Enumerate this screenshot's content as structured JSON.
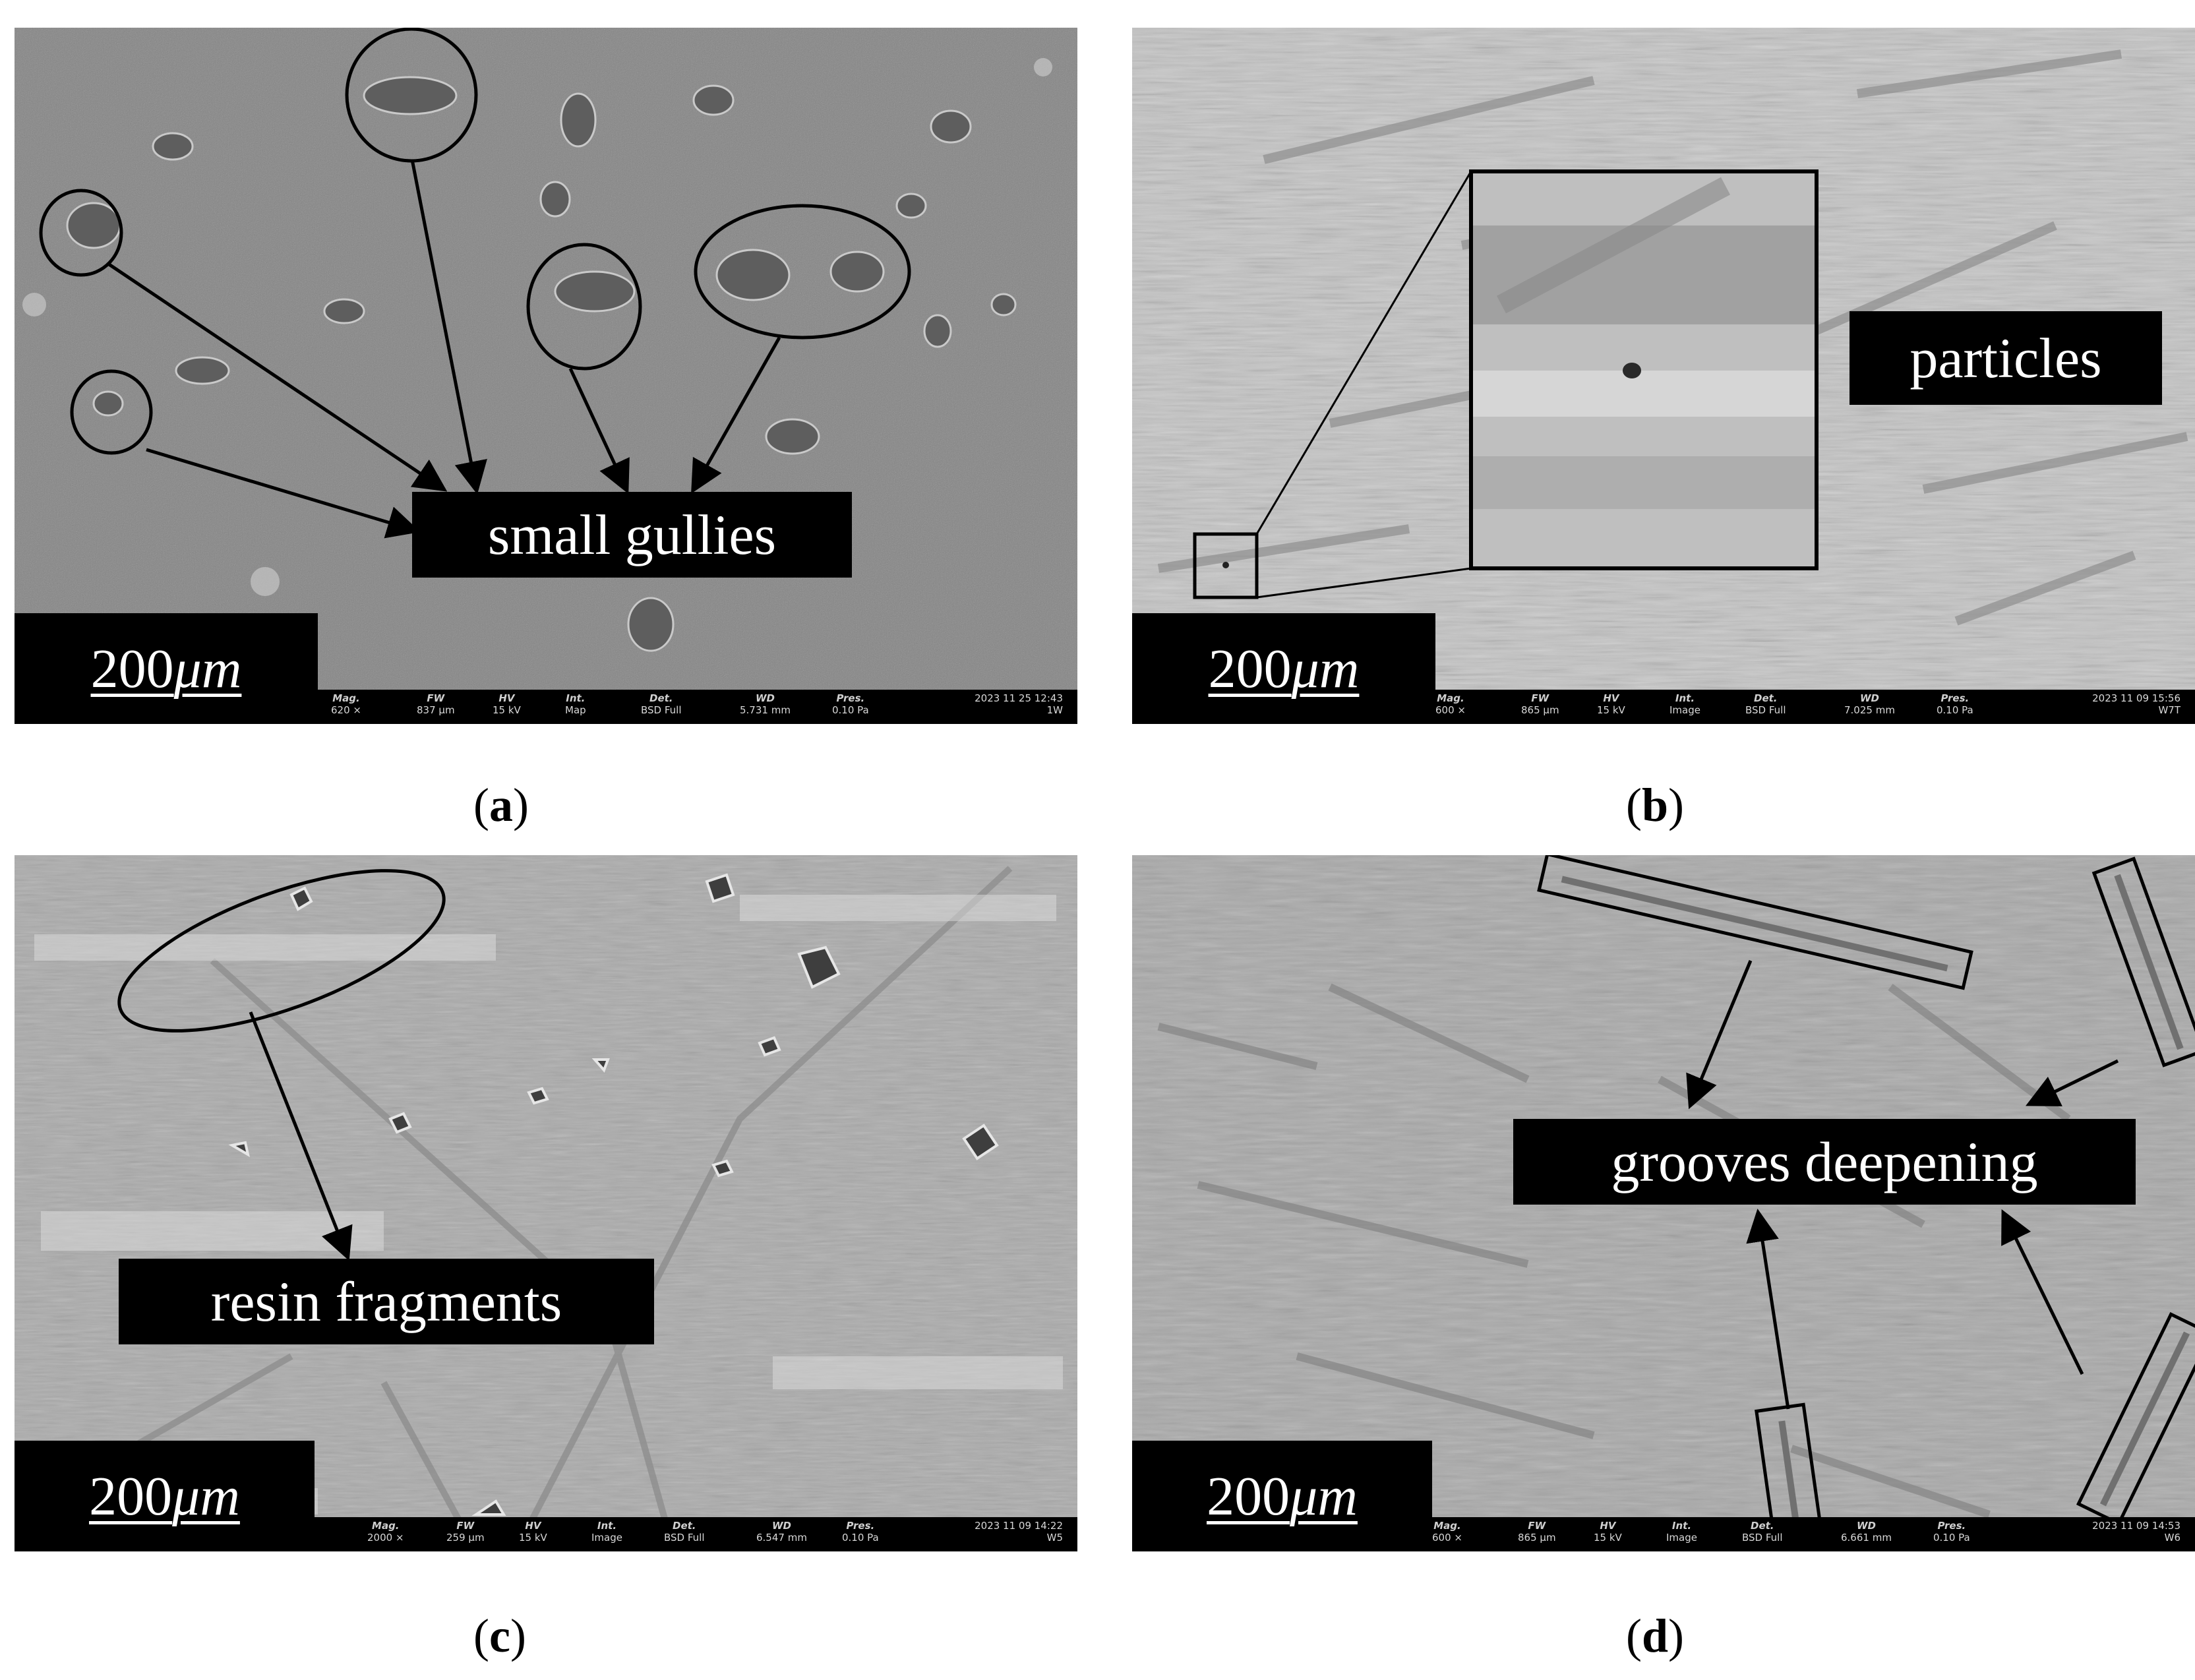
{
  "panels": {
    "a": {
      "scale": "200",
      "scale_unit": "μm",
      "label": "small gullies",
      "caption_letter": "a",
      "meta": {
        "mag": "620 ×",
        "fw": "837 μm",
        "hv": "15 kV",
        "int": "Map",
        "det": "BSD Full",
        "wd": "5.731 mm",
        "pres": "0.10 Pa",
        "timestamp": "2023 11 25 12:43",
        "sample": "1W"
      }
    },
    "b": {
      "scale": "200",
      "scale_unit": "μm",
      "label": "particles",
      "caption_letter": "b",
      "meta": {
        "mag": "600 ×",
        "fw": "865 μm",
        "hv": "15 kV",
        "int": "Image",
        "det": "BSD Full",
        "wd": "7.025 mm",
        "pres": "0.10 Pa",
        "timestamp": "2023 11 09 15:56",
        "sample": "W7T"
      }
    },
    "c": {
      "scale": "200",
      "scale_unit": "μm",
      "label": "resin fragments",
      "caption_letter": "c",
      "meta": {
        "mag": "2000 ×",
        "fw": "259 μm",
        "hv": "15 kV",
        "int": "Image",
        "det": "BSD Full",
        "wd": "6.547 mm",
        "pres": "0.10 Pa",
        "timestamp": "2023 11 09 14:22",
        "sample": "W5"
      }
    },
    "d": {
      "scale": "200",
      "scale_unit": "μm",
      "label": "grooves deepening",
      "caption_letter": "d",
      "meta": {
        "mag": "600 ×",
        "fw": "865 μm",
        "hv": "15 kV",
        "int": "Image",
        "det": "BSD Full",
        "wd": "6.661 mm",
        "pres": "0.10 Pa",
        "timestamp": "2023 11 09 14:53",
        "sample": "W6"
      }
    }
  },
  "meta_headers": {
    "mag": "Mag.",
    "fw": "FW",
    "hv": "HV",
    "int": "Int.",
    "det": "Det.",
    "wd": "WD",
    "pres": "Pres."
  }
}
